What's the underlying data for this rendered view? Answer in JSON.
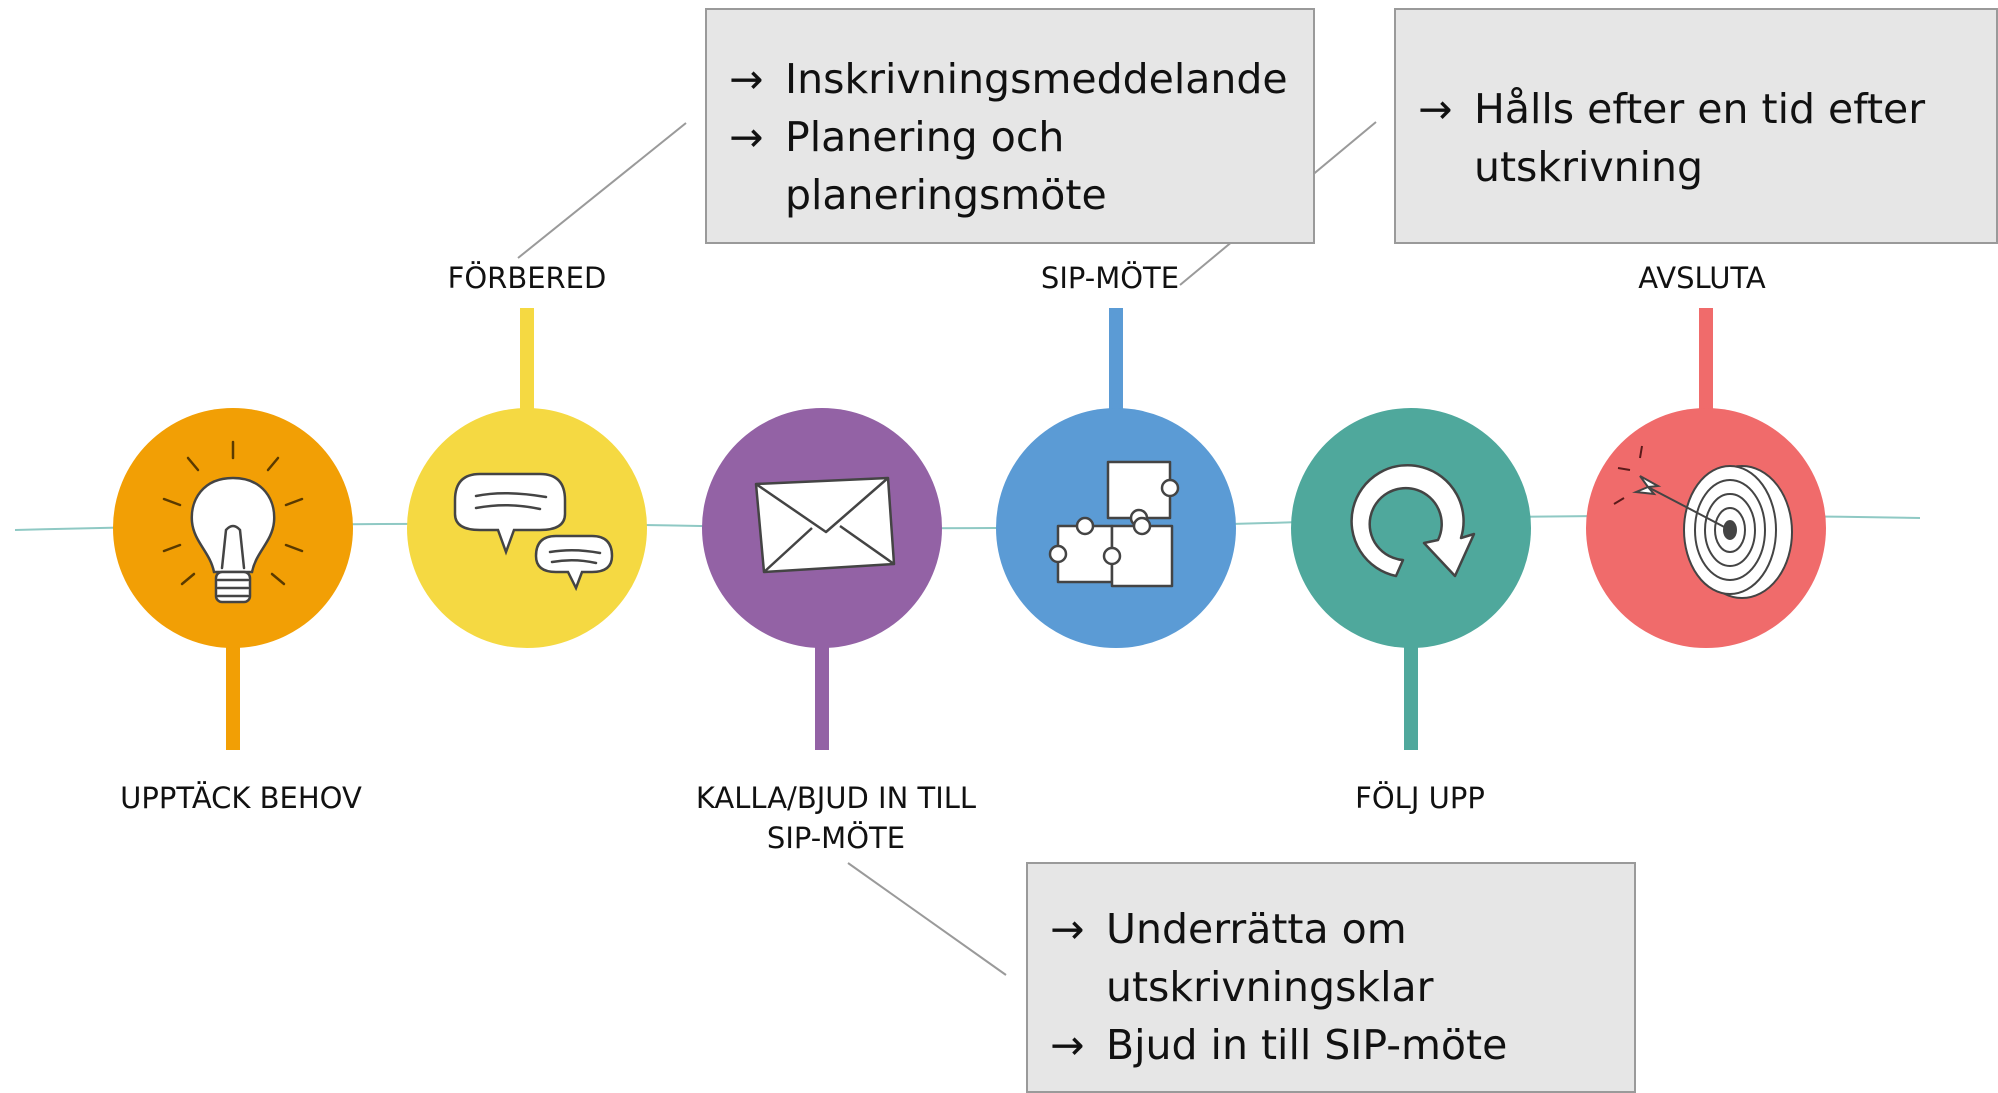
{
  "colors": {
    "timeline": "#8fc9c4",
    "connector": "#9a9a9a",
    "callout_bg": "#e6e6e6",
    "callout_border": "#9a9a9a"
  },
  "steps": [
    {
      "label": "UPPTÄCK BEHOV",
      "color": "#f29f05",
      "icon": "lightbulb-icon"
    },
    {
      "label": "FÖRBERED",
      "color": "#f5d942",
      "icon": "speech-bubbles-icon"
    },
    {
      "label": "KALLA/BJUD IN TILL SIP-MÖTE",
      "color": "#9362a5",
      "icon": "envelope-icon"
    },
    {
      "label": "SIP-MÖTE",
      "color": "#5b9bd5",
      "icon": "puzzle-icon"
    },
    {
      "label": "FÖLJ UPP",
      "color": "#4fa89c",
      "icon": "circular-arrow-icon"
    },
    {
      "label": "AVSLUTA",
      "color": "#f06b6b",
      "icon": "target-icon"
    }
  ],
  "callouts": {
    "forbered": {
      "items": [
        "Inskrivningsmeddelande",
        "Planering och planeringsmöte"
      ]
    },
    "sip_mote": {
      "items": [
        "Hålls efter en tid efter utskrivning"
      ]
    },
    "kalla": {
      "items": [
        "Underrätta om utskrivningsklar",
        "Bjud in till SIP-möte"
      ]
    }
  }
}
